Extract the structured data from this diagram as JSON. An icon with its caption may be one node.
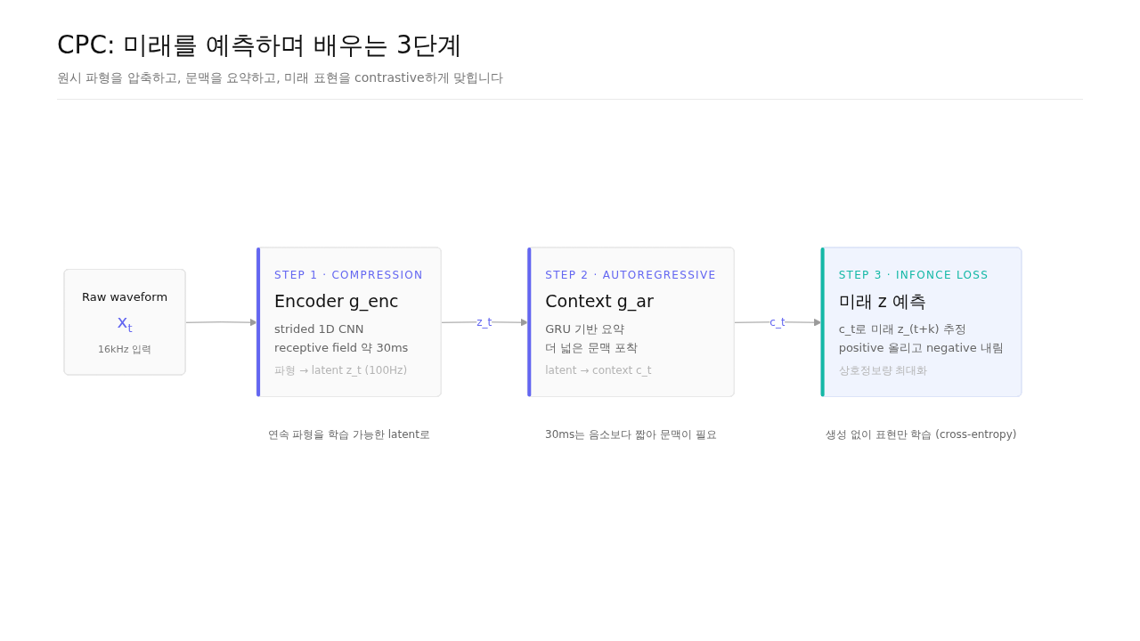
{
  "diagram": {
    "title": "CPC: 미래를 예측하며 배우는 3단계",
    "caption": "원시 파형을 압축하고, 문맥을 요약하고, 미래 표현을 contrastive하게 맞힙니다",
    "nodes": [
      {
        "text": [
          "Raw waveform",
          "x$_{t}$",
          "16kHz 입력"
        ]
      },
      {
        "text": [
          "STEP 1 · COMPRESSION",
          "Encoder g_enc",
          "strided 1D CNN",
          "receptive field 약 30ms",
          "파형 → latent z_t (100Hz)"
        ],
        "beside": [
          "연속 파형을 학습 가능한 latent로"
        ]
      },
      {
        "text": [
          "STEP 2 · AUTOREGRESSIVE",
          "Context g_ar",
          "GRU 기반 요약",
          "더 넓은 문맥 포착",
          "latent → context c_t"
        ],
        "beside": [
          "30ms는 음소보다 짧아 문맥이 필요"
        ]
      },
      {
        "text": [
          "STEP 3 · INFONCE LOSS",
          "미래 z 예측",
          "c_t로 미래 z_(t+k) 추정",
          "positive 올리고 negative 내림",
          "상호정보량 최대화"
        ],
        "beside": [
          "생성 없이 표현만 학습 (cross-entropy)"
        ]
      }
    ],
    "edges": [
      {
        "from": 0,
        "to": 1,
        "arrow": "to"
      },
      {
        "from": 1,
        "to": 2,
        "arrow": "to",
        "label": "z_t"
      },
      {
        "from": 2,
        "to": 3,
        "arrow": "to",
        "label": "c_t"
      }
    ]
  }
}
